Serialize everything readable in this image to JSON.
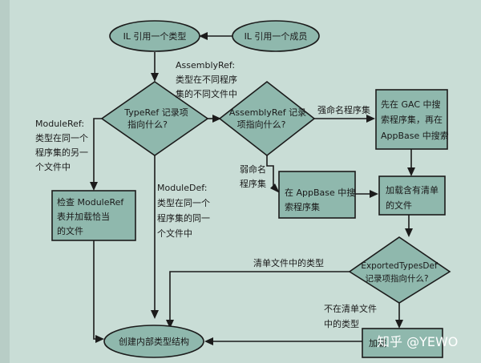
{
  "nodes": {
    "il_type": "IL 引用一个类型",
    "il_member": "IL 引用一个成员",
    "typeref": [
      "TypeRef 记录项",
      "指向什么?"
    ],
    "asmref": [
      "AssemblyRef 记录",
      "项指向什么?"
    ],
    "gac": [
      "先在 GAC 中搜",
      "索程序集，再在",
      "AppBase 中搜索"
    ],
    "check_moduleref": [
      "检查 ModuleRef",
      "表并加载恰当",
      "的文件"
    ],
    "appbase": [
      "在 AppBase 中搜",
      "索程序集"
    ],
    "load_manifest": [
      "加载含有清单",
      "的文件"
    ],
    "exported": [
      "ExportedTypesDef",
      "记录项指向什么?"
    ],
    "create": "创建内部类型结构",
    "load_final": "加载"
  },
  "labels": {
    "assemblyref": [
      "AssemblyRef:",
      "类型在不同程序",
      "集的不同文件中"
    ],
    "moduleref": [
      "ModuleRef:",
      "类型在同一个",
      "程序集的另一",
      "个文件中"
    ],
    "moduledef": [
      "ModuleDef:",
      "类型在同一个",
      "程序集的同一",
      "个文件中"
    ],
    "strong": "强命名程序集",
    "weak": [
      "弱命名",
      "程序集"
    ],
    "in_manifest": "清单文件中的类型",
    "not_in_manifest": [
      "不在清单文件",
      "中的类型"
    ]
  },
  "watermark": "知乎 @YEWO"
}
